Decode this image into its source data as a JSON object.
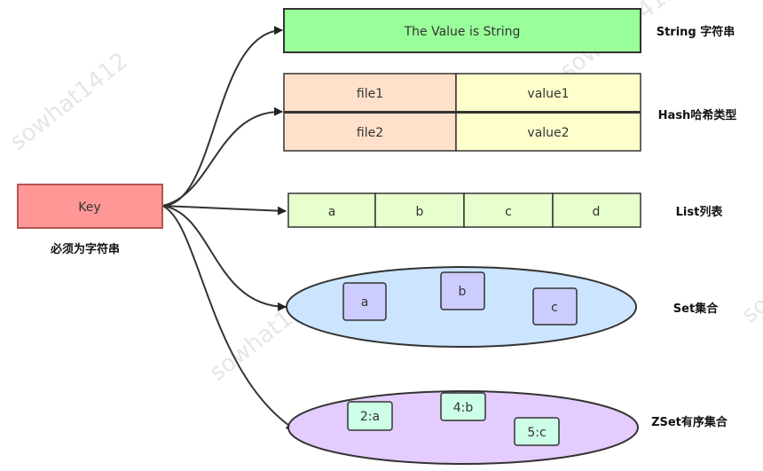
{
  "watermark": "sowhat1412",
  "key": {
    "label": "Key",
    "note": "必须为字符串"
  },
  "string_type": {
    "value": "The Value is String",
    "caption": "String 字符串"
  },
  "hash_type": {
    "rows": [
      {
        "field": "file1",
        "value": "value1"
      },
      {
        "field": "file2",
        "value": "value2"
      }
    ],
    "caption": "Hash哈希类型"
  },
  "list_type": {
    "items": [
      "a",
      "b",
      "c",
      "d"
    ],
    "caption": "List列表"
  },
  "set_type": {
    "items": [
      "a",
      "b",
      "c"
    ],
    "caption": "Set集合"
  },
  "zset_type": {
    "items": [
      "2:a",
      "4:b",
      "5:c"
    ],
    "caption": "ZSet有序集合"
  },
  "colors": {
    "key": "#ff9797",
    "string": "#99ff99",
    "hash_field": "#ffe1cb",
    "hash_value": "#ffffcc",
    "list": "#e6ffcc",
    "set_ellipse": "#cce5ff",
    "set_item": "#ccccff",
    "zset_ellipse": "#e5ccff",
    "zset_item": "#ccffe6"
  }
}
